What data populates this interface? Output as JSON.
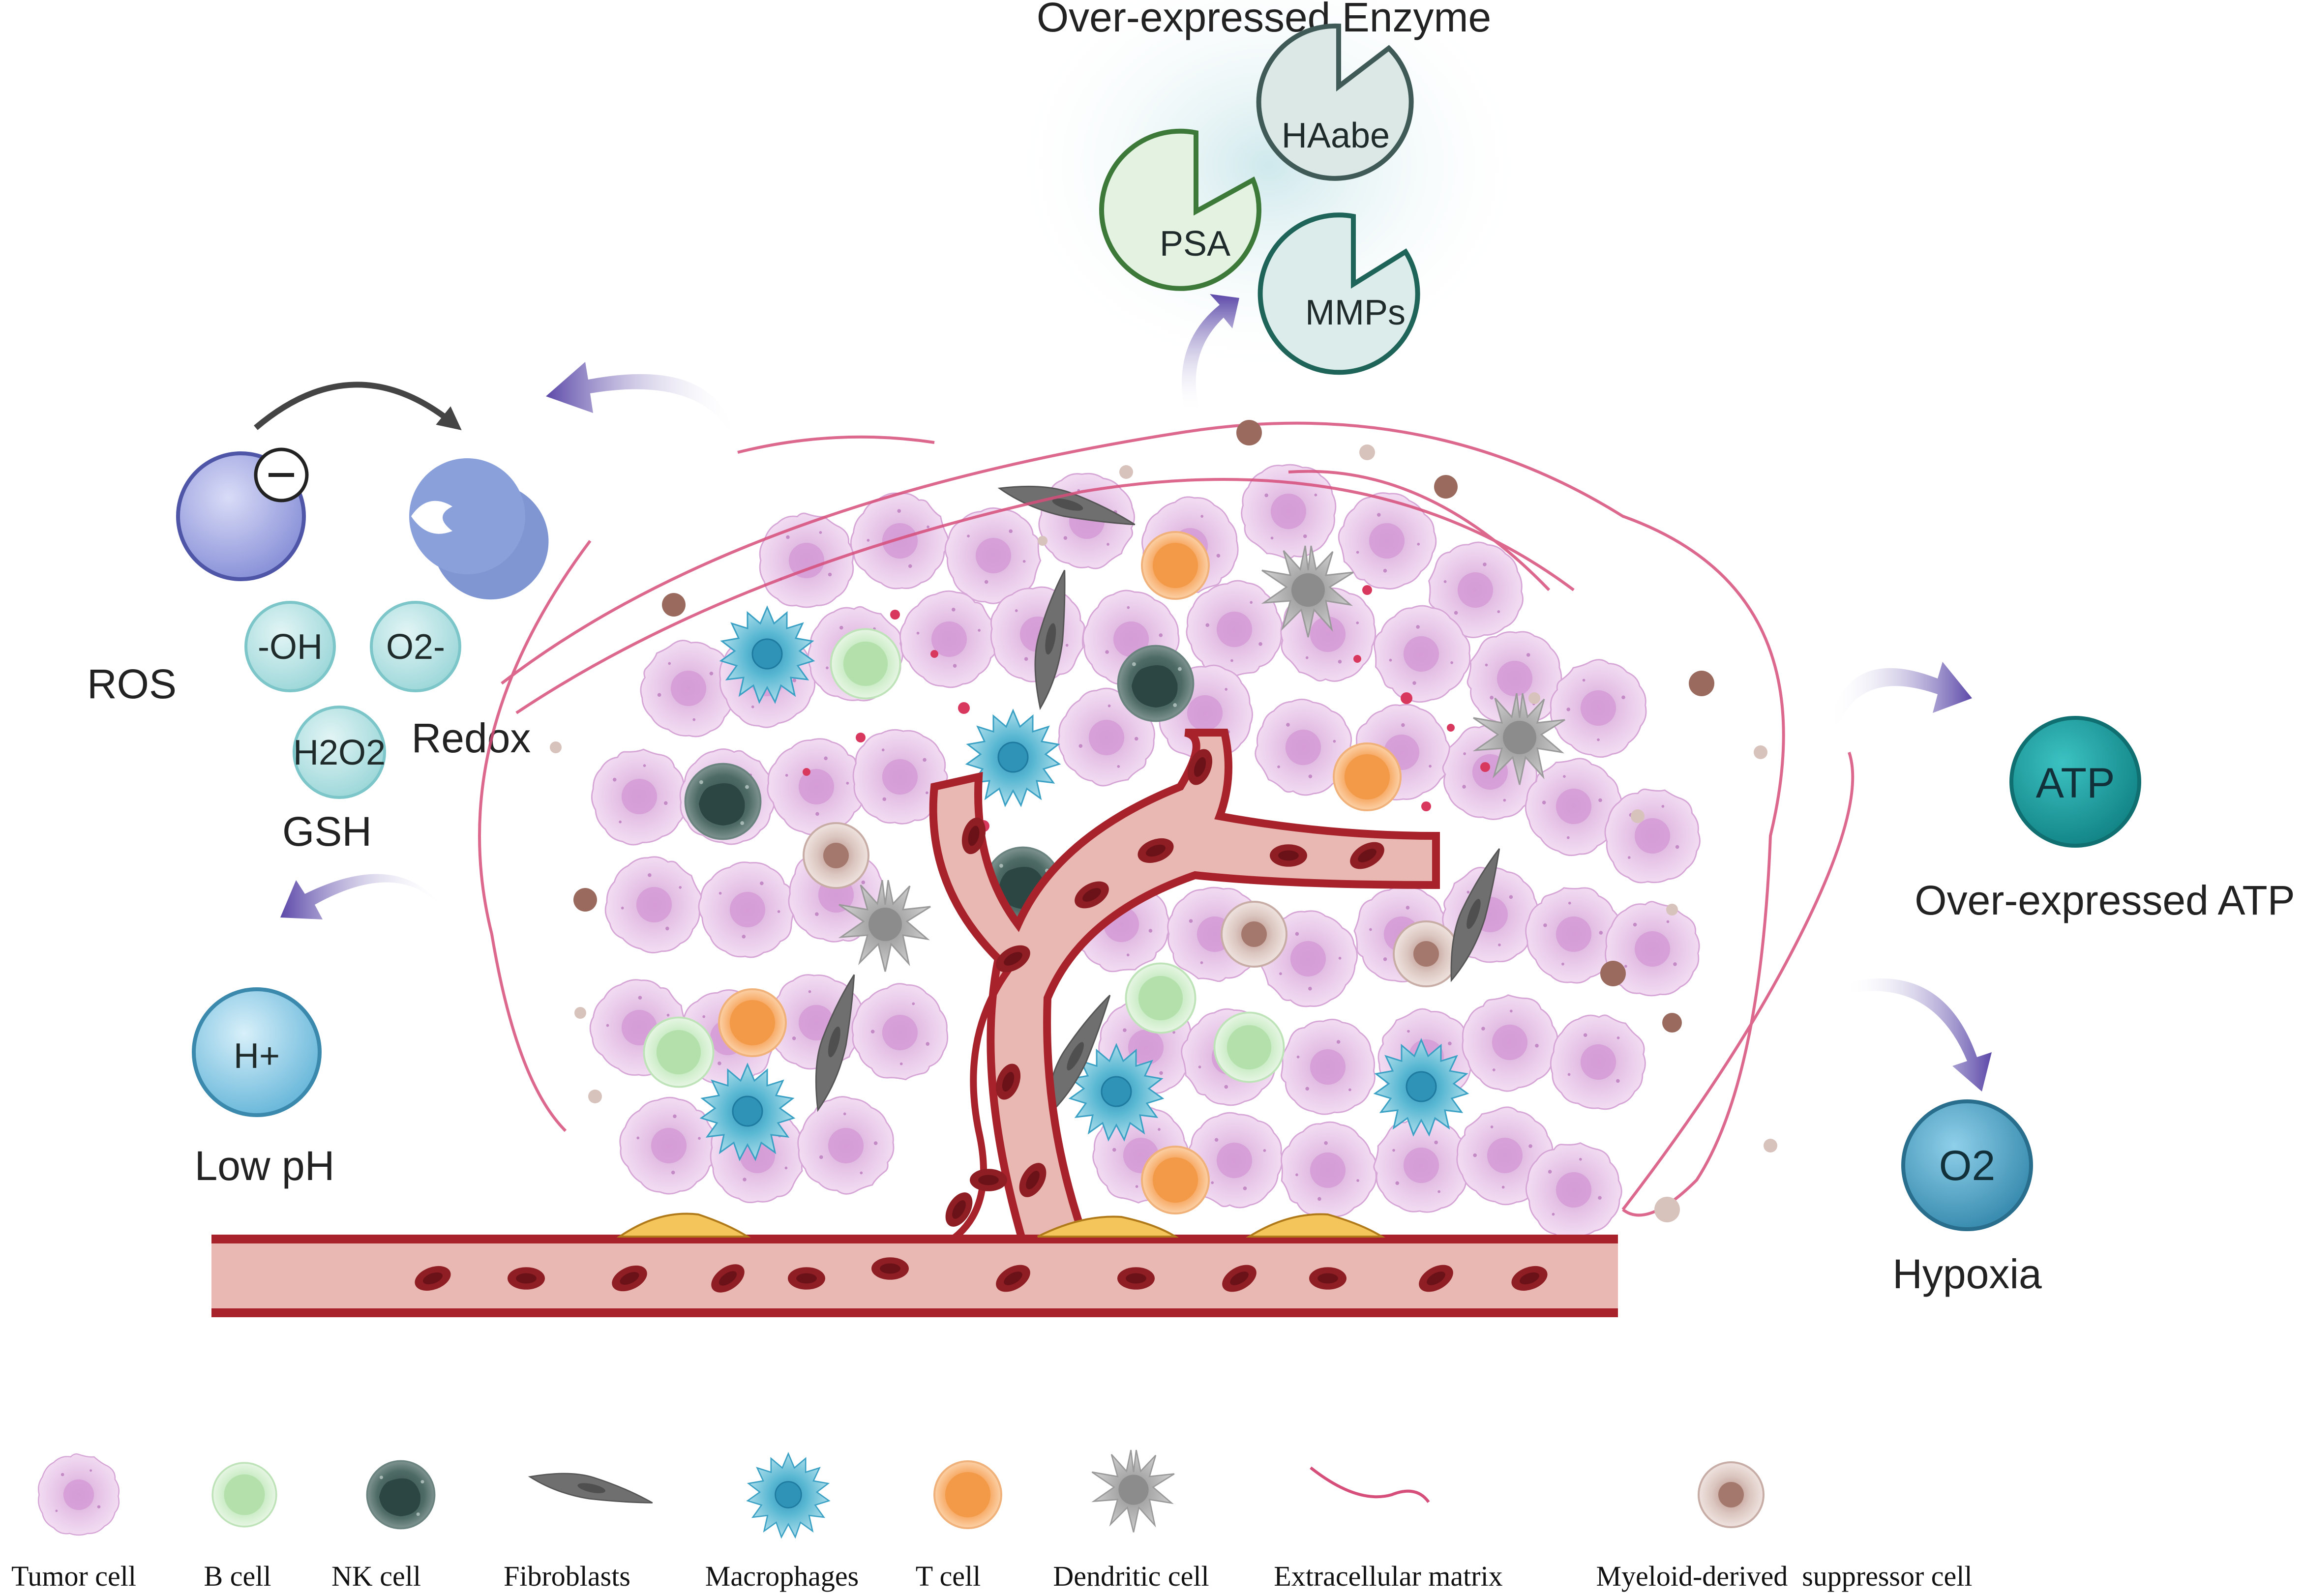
{
  "enzymes": {
    "title": "Over-expressed Enzyme",
    "items": [
      {
        "label": "HAabe",
        "color": "#3f5a57"
      },
      {
        "label": "PSA",
        "color": "#3d7a3a"
      },
      {
        "label": "MMPs",
        "color": "#1f6458"
      }
    ]
  },
  "ros": {
    "label": "ROS",
    "species": [
      "-OH",
      "O2-",
      "H2O2"
    ]
  },
  "redox": {
    "label": "Redox"
  },
  "gsh": {
    "label": "GSH"
  },
  "low_ph": {
    "symbol": "H+",
    "label": "Low pH"
  },
  "atp": {
    "symbol": "ATP",
    "label": "Over-expressed ATP",
    "color": "#1e9a9c"
  },
  "hypoxia": {
    "symbol": "O2",
    "label": "Hypoxia",
    "color": "#3d8fb3"
  },
  "legend": [
    {
      "label": "Tumor cell",
      "icon": "tumor-cell-icon"
    },
    {
      "label": "B cell",
      "icon": "b-cell-icon"
    },
    {
      "label": "NK cell",
      "icon": "nk-cell-icon"
    },
    {
      "label": "Fibroblasts",
      "icon": "fibroblast-icon"
    },
    {
      "label": "Macrophages",
      "icon": "macrophage-icon"
    },
    {
      "label": "T cell",
      "icon": "t-cell-icon"
    },
    {
      "label": "Dendritic cell",
      "icon": "dendritic-cell-icon"
    },
    {
      "label": "Extracellular matrix",
      "icon": "ecm-fiber-icon"
    },
    {
      "label": "Myeloid-derived  suppressor cell",
      "icon": "mdsc-icon"
    }
  ],
  "colors": {
    "tumor": "#e6c4e6",
    "vessel_wall": "#a8222c",
    "vessel_lumen": "#e9b8b2",
    "rbc": "#8e1d24",
    "arrow": "#5b48a8"
  }
}
